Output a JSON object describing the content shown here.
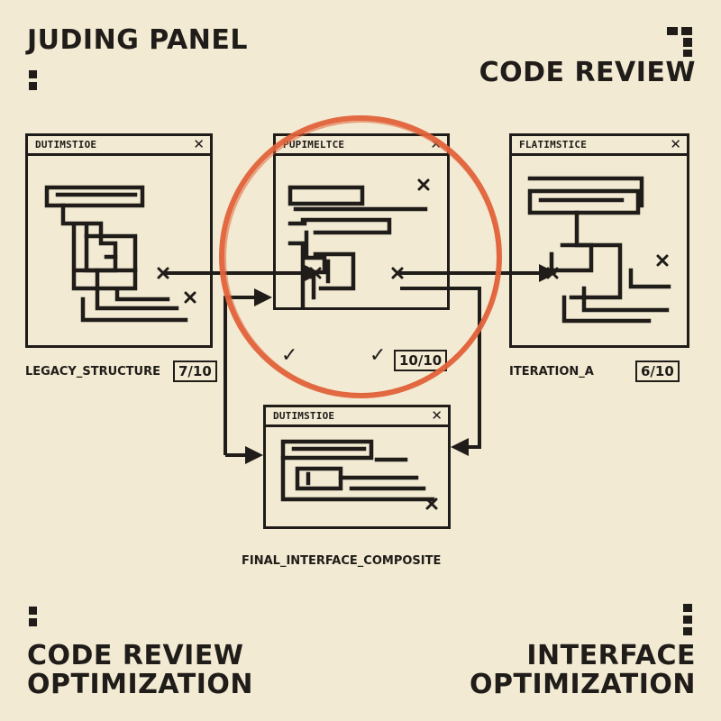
{
  "headings": {
    "top_left": "JUDING PANEL",
    "top_right": "CODE REVIEW",
    "bottom_left_line1": "CODE REVIEW",
    "bottom_left_line2": "OPTIMIZATION",
    "bottom_right_line1": "INTERFACE",
    "bottom_right_line2": "OPTIMIZATION"
  },
  "windows": {
    "left": {
      "title": "DUTIMSTIOE",
      "close": "✕",
      "label": "LEGACY_STRUCTURE",
      "score": "7/10"
    },
    "center": {
      "title": "PUPIMELTCE",
      "close": "✕",
      "score": "10/10",
      "checks": [
        "✓",
        "✓"
      ]
    },
    "right": {
      "title": "FLATIMSTICE",
      "close": "✕",
      "label": "ITERATION_A",
      "score": "6/10"
    },
    "bottom": {
      "title": "DUTIMSTIOE",
      "close": "✕",
      "label": "FINAL_INTERFACE_COMPOSITE"
    }
  },
  "colors": {
    "background": "#f2ead2",
    "ink": "#1f1c19",
    "highlight_circle": "#e0623a"
  }
}
